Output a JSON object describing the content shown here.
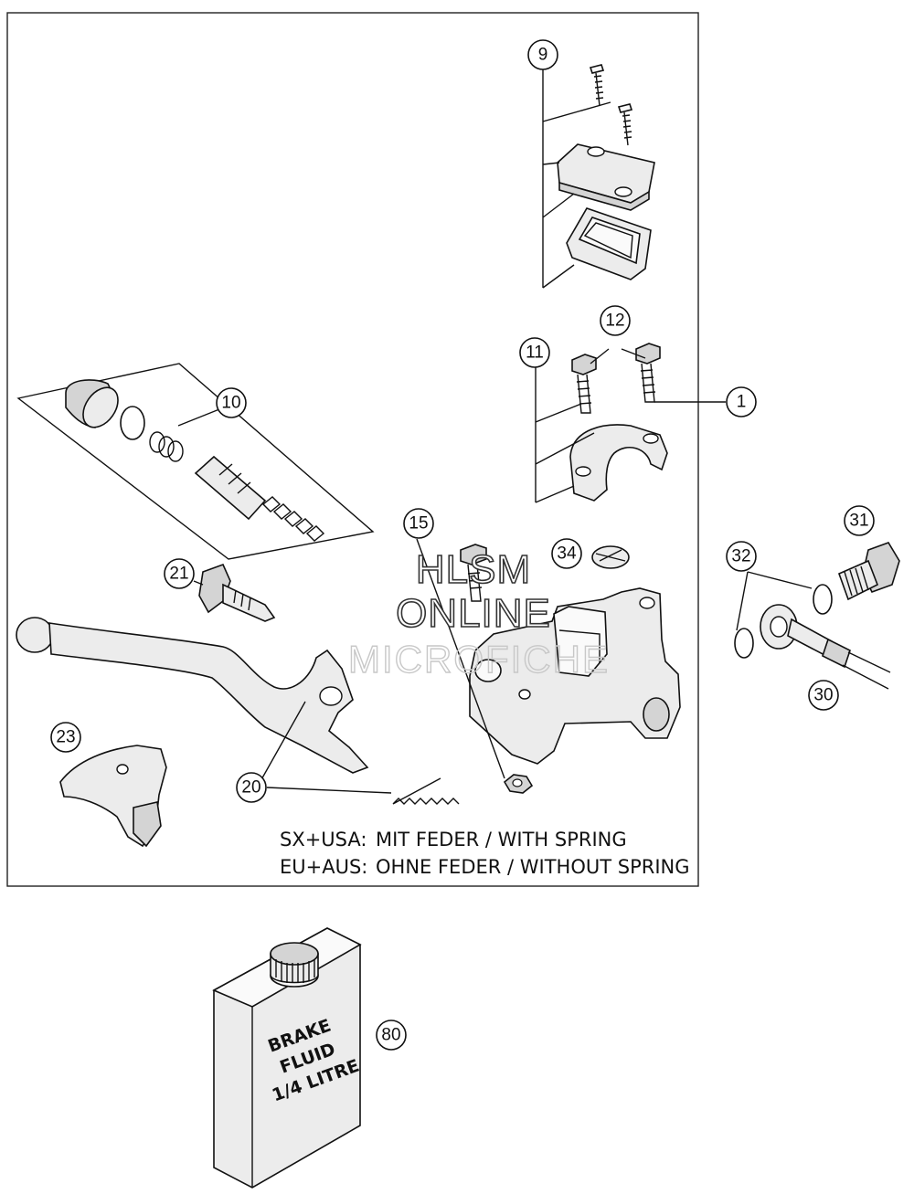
{
  "callouts": [
    {
      "id": "c1",
      "label": "1"
    },
    {
      "id": "c9",
      "label": "9"
    },
    {
      "id": "c10",
      "label": "10"
    },
    {
      "id": "c11",
      "label": "11"
    },
    {
      "id": "c12",
      "label": "12"
    },
    {
      "id": "c15",
      "label": "15"
    },
    {
      "id": "c20",
      "label": "20"
    },
    {
      "id": "c21",
      "label": "21"
    },
    {
      "id": "c23",
      "label": "23"
    },
    {
      "id": "c30",
      "label": "30"
    },
    {
      "id": "c31",
      "label": "31"
    },
    {
      "id": "c32",
      "label": "32"
    },
    {
      "id": "c34",
      "label": "34"
    },
    {
      "id": "c80",
      "label": "80"
    }
  ],
  "notes": [
    {
      "region": "SX+USA:",
      "text": "MIT FEDER / WITH SPRING"
    },
    {
      "region": "EU+AUS:",
      "text": "OHNE FEDER / WITHOUT SPRING"
    }
  ],
  "watermark": {
    "line1": "HLSM",
    "line2": "ONLINE",
    "line3": "MICROFICHE"
  },
  "can_label": {
    "line1": "BRAKE",
    "line2": "FLUID",
    "line3": "1/4 LITRE"
  }
}
